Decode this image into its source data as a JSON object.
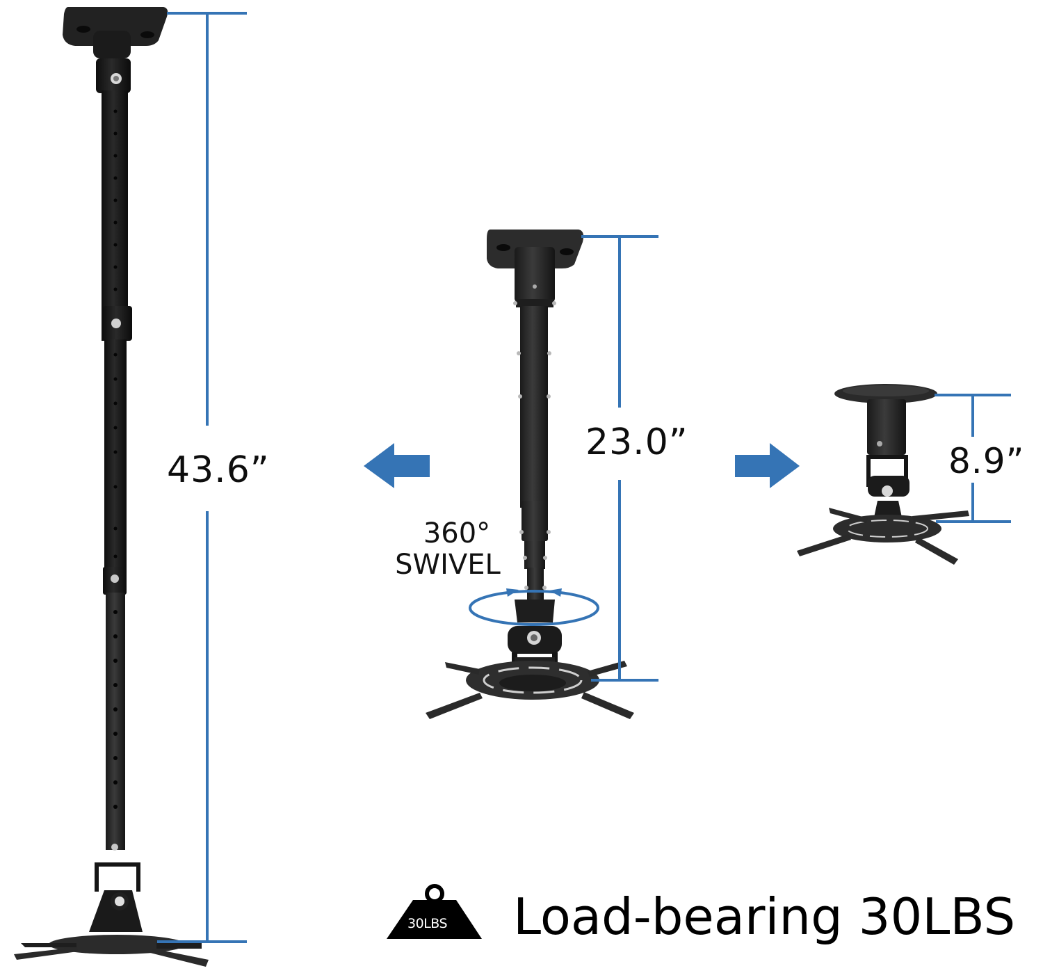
{
  "figure": {
    "description": "Projector ceiling mount shown at three adjustable heights",
    "accent_color": "#3574b5",
    "mount_color": "#1c1c1c"
  },
  "mounts": {
    "max": {
      "height_label": "43.6”"
    },
    "mid": {
      "height_label": "23.0”",
      "swivel_line1": "360°",
      "swivel_line2": "SWIVEL"
    },
    "min": {
      "height_label": "8.9”"
    }
  },
  "arrows": {
    "left": "arrow-left",
    "right": "arrow-right"
  },
  "load": {
    "badge_text": "30LBS",
    "label": "Load-bearing 30LBS"
  }
}
